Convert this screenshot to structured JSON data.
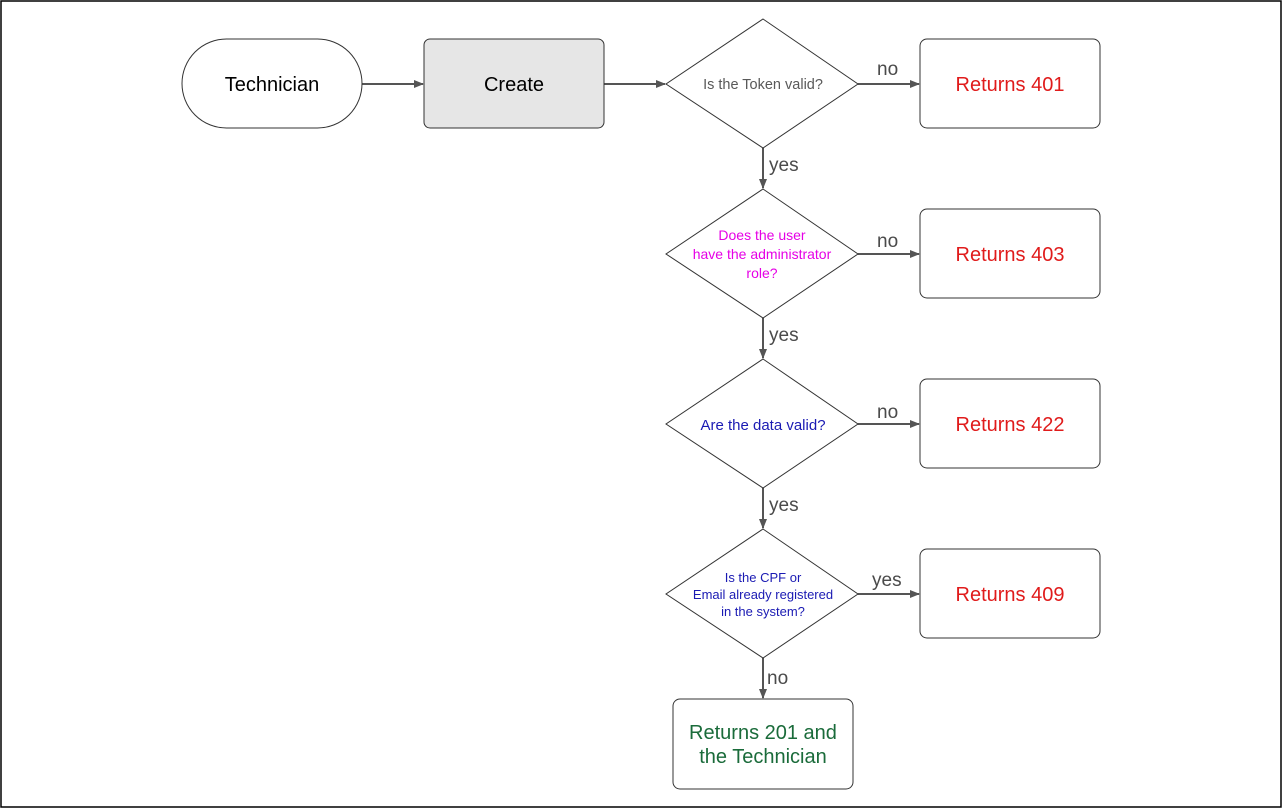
{
  "nodes": {
    "start": {
      "text": "Technician"
    },
    "create": {
      "text": "Create"
    },
    "q1": {
      "lines": [
        "Is the Token valid?"
      ],
      "color": "#595959"
    },
    "q2": {
      "lines": [
        "Does the user",
        "have the administrator",
        "role?"
      ],
      "color": "#e600e6"
    },
    "q3": {
      "lines": [
        "Are the data valid?"
      ],
      "color": "#1a1ab3"
    },
    "q4": {
      "lines": [
        "Is the CPF or",
        "Email already registered",
        "in the system?"
      ],
      "color": "#1a1ab3"
    },
    "r401": {
      "text": "Returns 401",
      "color": "#e01b1b"
    },
    "r403": {
      "text": "Returns 403",
      "color": "#e01b1b"
    },
    "r422": {
      "text": "Returns 422",
      "color": "#e01b1b"
    },
    "r409": {
      "text": "Returns 409",
      "color": "#e01b1b"
    },
    "r201": {
      "lines": [
        "Returns 201 and",
        "the Technician"
      ],
      "color": "#1a6b3a"
    }
  },
  "edges": {
    "q1_no": "no",
    "q1_yes": "yes",
    "q2_no": "no",
    "q2_yes": "yes",
    "q3_no": "no",
    "q3_yes": "yes",
    "q4_yes": "yes",
    "q4_no": "no"
  },
  "colors": {
    "stroke": "#333333",
    "arrow": "#555555",
    "edge_label": "#4a4a4a",
    "create_fill": "#e6e6e6"
  }
}
